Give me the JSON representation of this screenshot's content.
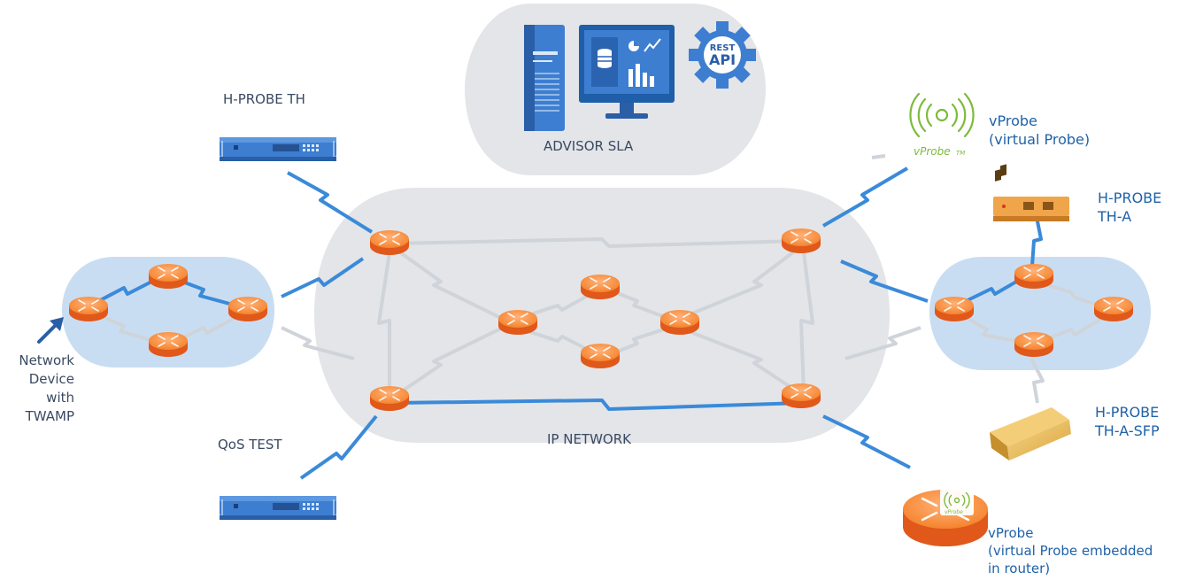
{
  "colors": {
    "blue_link": "#3b8ad9",
    "gray_link": "#cfd4da",
    "router_orange": "#f4791f",
    "cloud_gray": "#e3e5e8",
    "cloud_blue": "#c9ddf2",
    "label_blue": "#1f62a8",
    "label_dark": "#3a4a62",
    "vprobe_green": "#7dbb3c"
  },
  "labels": {
    "advisor_sla": "ADVISOR SLA",
    "rest": "REST",
    "api": "API",
    "hprobe_th": "H-PROBE TH",
    "qos_test": "QoS TEST",
    "ip_network": "IP NETWORK",
    "network_device_lines": [
      "Network",
      "Device",
      "with",
      "TWAMP"
    ],
    "vprobe_virtual_lines": [
      "vProbe",
      "(virtual Probe)"
    ],
    "vprobe_logo_text": "vProbe",
    "vprobe_tm": "TM",
    "hprobe_tha_lines": [
      "H-PROBE",
      "TH-A"
    ],
    "hprobe_thasfp_lines": [
      "H-PROBE",
      "TH-A-SFP"
    ],
    "vprobe_router_lines": [
      "vProbe",
      "(virtual Probe embedded",
      "in router)"
    ]
  }
}
